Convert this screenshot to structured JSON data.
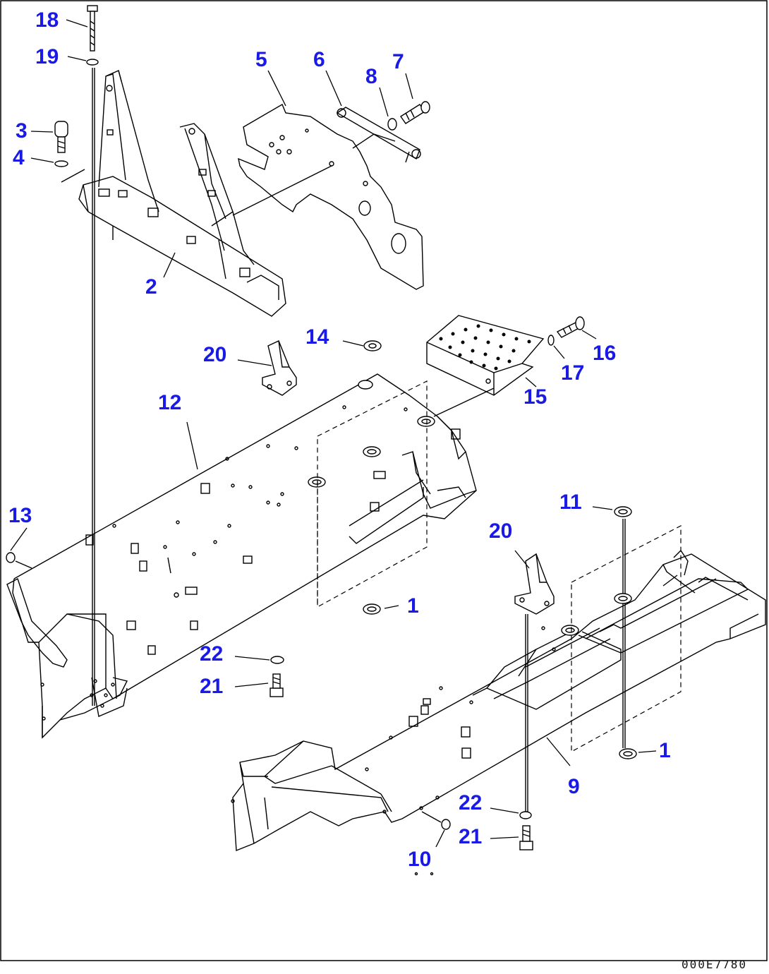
{
  "callouts": [
    {
      "id": "c18",
      "label": "18"
    },
    {
      "id": "c19",
      "label": "19"
    },
    {
      "id": "c3",
      "label": "3"
    },
    {
      "id": "c4",
      "label": "4"
    },
    {
      "id": "c2",
      "label": "2"
    },
    {
      "id": "c5",
      "label": "5"
    },
    {
      "id": "c6",
      "label": "6"
    },
    {
      "id": "c7",
      "label": "7"
    },
    {
      "id": "c8",
      "label": "8"
    },
    {
      "id": "c14",
      "label": "14"
    },
    {
      "id": "c20a",
      "label": "20"
    },
    {
      "id": "c16",
      "label": "16"
    },
    {
      "id": "c17",
      "label": "17"
    },
    {
      "id": "c15",
      "label": "15"
    },
    {
      "id": "c12",
      "label": "12"
    },
    {
      "id": "c13",
      "label": "13"
    },
    {
      "id": "c1a",
      "label": "1"
    },
    {
      "id": "c11",
      "label": "11"
    },
    {
      "id": "c20b",
      "label": "20"
    },
    {
      "id": "c22a",
      "label": "22"
    },
    {
      "id": "c21a",
      "label": "21"
    },
    {
      "id": "c1b",
      "label": "1"
    },
    {
      "id": "c9",
      "label": "9"
    },
    {
      "id": "c22b",
      "label": "22"
    },
    {
      "id": "c21b",
      "label": "21"
    },
    {
      "id": "c10",
      "label": "10"
    }
  ],
  "drawing_ref": "000E7780",
  "colors": {
    "callout": "#1a1ae6",
    "line": "#000000",
    "background": "#ffffff"
  }
}
